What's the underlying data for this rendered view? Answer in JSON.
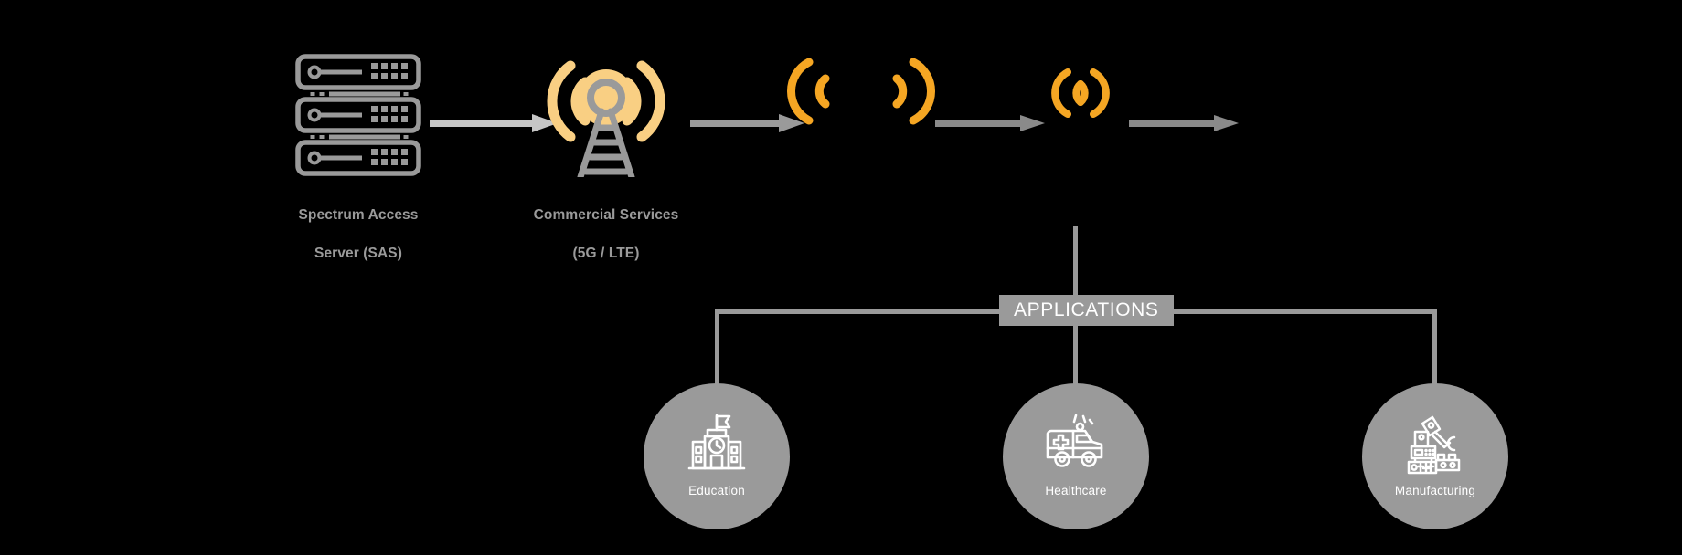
{
  "diagram": {
    "background_color": "#000000",
    "title_hidden": true
  },
  "colors": {
    "gray_light": "#c6c6c6",
    "gray_mid": "#9a9a9a",
    "gray_dark": "#8a8a8a",
    "amber_light": "#f9cf83",
    "amber": "#f5a623",
    "amber_strong": "#f5a623",
    "white": "#ffffff"
  },
  "flow": {
    "nodes": [
      {
        "id": "sas",
        "icon": "server-stack-icon",
        "label": "Spectrum Access\nServer (SAS)",
        "label_line1": "Spectrum Access",
        "label_line2": "Server (SAS)"
      },
      {
        "id": "commercial-services",
        "icon": "cell-tower-icon",
        "label": "Commercial Services\n(5G / LTE)",
        "label_line1": "Commercial Services",
        "label_line2": "(5G / LTE)"
      }
    ],
    "signals": [
      {
        "id": "signal-left-arcs",
        "icon": "signal-waves-left-icon",
        "color": "#f5a623"
      },
      {
        "id": "signal-right-arcs",
        "icon": "signal-waves-right-icon",
        "color": "#f5a623"
      },
      {
        "id": "signal-pair-arcs",
        "icon": "signal-waves-pair-icon",
        "color": "#f5a623"
      }
    ],
    "arrows": [
      {
        "id": "arrow-sas-to-tower",
        "color": "#c6c6c6"
      },
      {
        "id": "arrow-tower-to-signal1",
        "color": "#9a9a9a"
      },
      {
        "id": "arrow-signal2-to-signal3",
        "color": "#8a8a8a"
      },
      {
        "id": "arrow-signal3-to-end",
        "color": "#8a8a8a"
      }
    ]
  },
  "applications": {
    "heading": "APPLICATIONS",
    "items": [
      {
        "id": "education",
        "label": "Education",
        "icon": "school-building-icon"
      },
      {
        "id": "healthcare",
        "label": "Healthcare",
        "icon": "ambulance-icon"
      },
      {
        "id": "manufacturing",
        "label": "Manufacturing",
        "icon": "robot-arm-icon"
      }
    ]
  }
}
